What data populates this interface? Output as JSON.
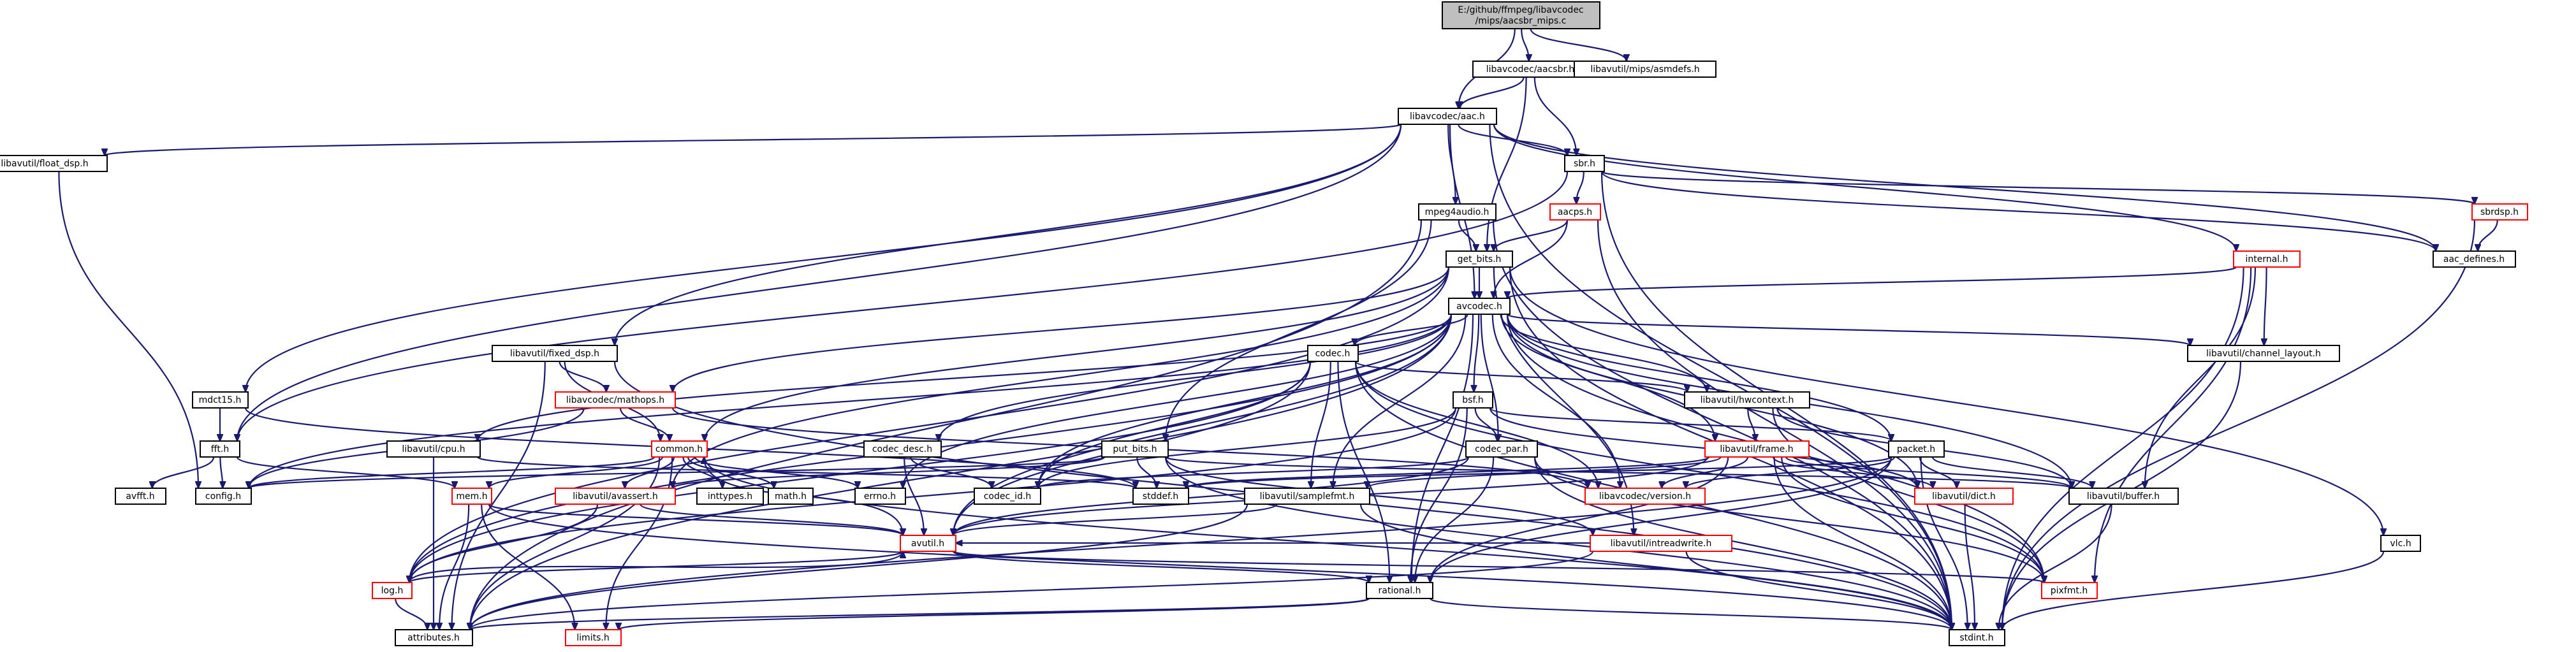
{
  "title": "E:/github/ffmpeg/libavcodec/mips/aacsbr_mips.c",
  "colors": {
    "edge": "#191970",
    "node_border": "#000000",
    "node_fill": "#ffffff",
    "root_fill": "#bfbfbf",
    "incomplete_border": "#ff0000"
  },
  "nodes": [
    {
      "id": "root",
      "lines": [
        "E:/github/ffmpeg/libavcodec",
        "/mips/aacsbr_mips.c"
      ],
      "kind": "root"
    },
    {
      "id": "aacsbr",
      "lines": [
        "libavcodec/aacsbr.h"
      ],
      "kind": "normal"
    },
    {
      "id": "asmdefs",
      "lines": [
        "libavutil/mips/asmdefs.h"
      ],
      "kind": "normal"
    },
    {
      "id": "aac",
      "lines": [
        "libavcodec/aac.h"
      ],
      "kind": "normal"
    },
    {
      "id": "sbr",
      "lines": [
        "sbr.h"
      ],
      "kind": "normal"
    },
    {
      "id": "float_dsp",
      "lines": [
        "libavutil/float_dsp.h"
      ],
      "kind": "normal"
    },
    {
      "id": "sbrdsp",
      "lines": [
        "sbrdsp.h"
      ],
      "kind": "incomplete"
    },
    {
      "id": "aacps",
      "lines": [
        "aacps.h"
      ],
      "kind": "incomplete"
    },
    {
      "id": "mpeg4audio",
      "lines": [
        "mpeg4audio.h"
      ],
      "kind": "normal"
    },
    {
      "id": "get_bits",
      "lines": [
        "get_bits.h"
      ],
      "kind": "normal"
    },
    {
      "id": "internal",
      "lines": [
        "internal.h"
      ],
      "kind": "incomplete"
    },
    {
      "id": "aac_defines",
      "lines": [
        "aac_defines.h"
      ],
      "kind": "normal"
    },
    {
      "id": "avcodec",
      "lines": [
        "avcodec.h"
      ],
      "kind": "normal"
    },
    {
      "id": "fixed_dsp",
      "lines": [
        "libavutil/fixed_dsp.h"
      ],
      "kind": "normal"
    },
    {
      "id": "codec",
      "lines": [
        "codec.h"
      ],
      "kind": "normal"
    },
    {
      "id": "channel_layout",
      "lines": [
        "libavutil/channel_layout.h"
      ],
      "kind": "normal"
    },
    {
      "id": "mdct15",
      "lines": [
        "mdct15.h"
      ],
      "kind": "normal"
    },
    {
      "id": "mathops",
      "lines": [
        "libavcodec/mathops.h"
      ],
      "kind": "incomplete"
    },
    {
      "id": "hwcontext",
      "lines": [
        "libavutil/hwcontext.h"
      ],
      "kind": "normal"
    },
    {
      "id": "bsf",
      "lines": [
        "bsf.h"
      ],
      "kind": "normal"
    },
    {
      "id": "fft",
      "lines": [
        "fft.h"
      ],
      "kind": "normal"
    },
    {
      "id": "cpu",
      "lines": [
        "libavutil/cpu.h"
      ],
      "kind": "normal"
    },
    {
      "id": "common",
      "lines": [
        "common.h"
      ],
      "kind": "incomplete"
    },
    {
      "id": "codec_desc",
      "lines": [
        "codec_desc.h"
      ],
      "kind": "normal"
    },
    {
      "id": "put_bits",
      "lines": [
        "put_bits.h"
      ],
      "kind": "normal"
    },
    {
      "id": "codec_par",
      "lines": [
        "codec_par.h"
      ],
      "kind": "normal"
    },
    {
      "id": "lframe",
      "lines": [
        "libavutil/frame.h"
      ],
      "kind": "incomplete"
    },
    {
      "id": "packet",
      "lines": [
        "packet.h"
      ],
      "kind": "normal"
    },
    {
      "id": "avfft",
      "lines": [
        "avfft.h"
      ],
      "kind": "normal"
    },
    {
      "id": "config",
      "lines": [
        "config.h"
      ],
      "kind": "normal"
    },
    {
      "id": "mem",
      "lines": [
        "mem.h"
      ],
      "kind": "incomplete"
    },
    {
      "id": "avassert",
      "lines": [
        "libavutil/avassert.h"
      ],
      "kind": "incomplete"
    },
    {
      "id": "inttypes",
      "lines": [
        "inttypes.h"
      ],
      "kind": "normal"
    },
    {
      "id": "math",
      "lines": [
        "math.h"
      ],
      "kind": "normal"
    },
    {
      "id": "errno",
      "lines": [
        "errno.h"
      ],
      "kind": "normal"
    },
    {
      "id": "codec_id",
      "lines": [
        "codec_id.h"
      ],
      "kind": "normal"
    },
    {
      "id": "stddef",
      "lines": [
        "stddef.h"
      ],
      "kind": "normal"
    },
    {
      "id": "samplefmt",
      "lines": [
        "libavutil/samplefmt.h"
      ],
      "kind": "normal"
    },
    {
      "id": "version",
      "lines": [
        "libavcodec/version.h"
      ],
      "kind": "incomplete"
    },
    {
      "id": "dict",
      "lines": [
        "libavutil/dict.h"
      ],
      "kind": "incomplete"
    },
    {
      "id": "buffer",
      "lines": [
        "libavutil/buffer.h"
      ],
      "kind": "normal"
    },
    {
      "id": "avutil",
      "lines": [
        "avutil.h"
      ],
      "kind": "incomplete"
    },
    {
      "id": "intreadwrite",
      "lines": [
        "libavutil/intreadwrite.h"
      ],
      "kind": "incomplete"
    },
    {
      "id": "vlc",
      "lines": [
        "vlc.h"
      ],
      "kind": "normal"
    },
    {
      "id": "log",
      "lines": [
        "log.h"
      ],
      "kind": "incomplete"
    },
    {
      "id": "rational",
      "lines": [
        "rational.h"
      ],
      "kind": "normal"
    },
    {
      "id": "pixfmt",
      "lines": [
        "pixfmt.h"
      ],
      "kind": "incomplete"
    },
    {
      "id": "attributes",
      "lines": [
        "attributes.h"
      ],
      "kind": "normal"
    },
    {
      "id": "limits",
      "lines": [
        "limits.h"
      ],
      "kind": "incomplete"
    },
    {
      "id": "stdint",
      "lines": [
        "stdint.h"
      ],
      "kind": "normal"
    }
  ],
  "edges": [
    [
      "root",
      "aacsbr"
    ],
    [
      "root",
      "asmdefs"
    ],
    [
      "root",
      "aac"
    ],
    [
      "aacsbr",
      "aac"
    ],
    [
      "aacsbr",
      "sbr"
    ],
    [
      "aacsbr",
      "get_bits"
    ],
    [
      "aac",
      "float_dsp"
    ],
    [
      "aac",
      "fixed_dsp"
    ],
    [
      "aac",
      "mdct15"
    ],
    [
      "aac",
      "fft"
    ],
    [
      "aac",
      "mpeg4audio"
    ],
    [
      "aac",
      "sbr"
    ],
    [
      "aac",
      "avcodec"
    ],
    [
      "aac",
      "aac_defines"
    ],
    [
      "aac",
      "internal"
    ],
    [
      "aac",
      "stdint"
    ],
    [
      "sbr",
      "fft"
    ],
    [
      "sbr",
      "aacps"
    ],
    [
      "sbr",
      "sbrdsp"
    ],
    [
      "sbr",
      "aac_defines"
    ],
    [
      "sbr",
      "stdint"
    ],
    [
      "sbrdsp",
      "aac_defines"
    ],
    [
      "sbrdsp",
      "stdint"
    ],
    [
      "aacps",
      "get_bits"
    ],
    [
      "aacps",
      "avcodec"
    ],
    [
      "aacps",
      "stdint"
    ],
    [
      "mpeg4audio",
      "get_bits"
    ],
    [
      "mpeg4audio",
      "put_bits"
    ],
    [
      "mpeg4audio",
      "stdint"
    ],
    [
      "mpeg4audio",
      "attributes"
    ],
    [
      "get_bits",
      "avcodec"
    ],
    [
      "get_bits",
      "mathops"
    ],
    [
      "get_bits",
      "common"
    ],
    [
      "get_bits",
      "avassert"
    ],
    [
      "get_bits",
      "log"
    ],
    [
      "get_bits",
      "vlc"
    ],
    [
      "get_bits",
      "stdint"
    ],
    [
      "get_bits",
      "intreadwrite"
    ],
    [
      "internal",
      "avcodec"
    ],
    [
      "internal",
      "channel_layout"
    ],
    [
      "internal",
      "buffer"
    ],
    [
      "internal",
      "pixfmt"
    ],
    [
      "internal",
      "stdint"
    ],
    [
      "float_dsp",
      "config"
    ],
    [
      "avcodec",
      "codec"
    ],
    [
      "avcodec",
      "codec_desc"
    ],
    [
      "avcodec",
      "codec_par"
    ],
    [
      "avcodec",
      "codec_id"
    ],
    [
      "avcodec",
      "bsf"
    ],
    [
      "avcodec",
      "packet"
    ],
    [
      "avcodec",
      "version"
    ],
    [
      "avcodec",
      "hwcontext"
    ],
    [
      "avcodec",
      "lframe"
    ],
    [
      "avcodec",
      "dict"
    ],
    [
      "avcodec",
      "buffer"
    ],
    [
      "avcodec",
      "samplefmt"
    ],
    [
      "avcodec",
      "rational"
    ],
    [
      "avcodec",
      "pixfmt"
    ],
    [
      "avcodec",
      "channel_layout"
    ],
    [
      "avcodec",
      "cpu"
    ],
    [
      "avcodec",
      "attributes"
    ],
    [
      "avcodec",
      "avutil"
    ],
    [
      "avcodec",
      "log"
    ],
    [
      "avcodec",
      "errno"
    ],
    [
      "avcodec",
      "config"
    ],
    [
      "fixed_dsp",
      "mathops"
    ],
    [
      "fixed_dsp",
      "common"
    ],
    [
      "fixed_dsp",
      "stdint"
    ],
    [
      "fixed_dsp",
      "attributes"
    ],
    [
      "codec",
      "codec_id"
    ],
    [
      "codec",
      "samplefmt"
    ],
    [
      "codec",
      "hwcontext"
    ],
    [
      "codec",
      "avutil"
    ],
    [
      "codec",
      "log"
    ],
    [
      "codec",
      "rational"
    ],
    [
      "codec",
      "pixfmt"
    ],
    [
      "codec",
      "stdint"
    ],
    [
      "codec",
      "version"
    ],
    [
      "channel_layout",
      "stdint"
    ],
    [
      "mdct15",
      "fft"
    ],
    [
      "mdct15",
      "stddef"
    ],
    [
      "mathops",
      "config"
    ],
    [
      "mathops",
      "common"
    ],
    [
      "mathops",
      "version"
    ],
    [
      "hwcontext",
      "buffer"
    ],
    [
      "hwcontext",
      "lframe"
    ],
    [
      "hwcontext",
      "pixfmt"
    ],
    [
      "bsf",
      "codec_id"
    ],
    [
      "bsf",
      "codec_par"
    ],
    [
      "bsf",
      "packet"
    ],
    [
      "bsf",
      "dict"
    ],
    [
      "bsf",
      "log"
    ],
    [
      "bsf",
      "rational"
    ],
    [
      "fft",
      "avfft"
    ],
    [
      "fft",
      "config"
    ],
    [
      "fft",
      "mem"
    ],
    [
      "cpu",
      "stddef"
    ],
    [
      "cpu",
      "attributes"
    ],
    [
      "common",
      "config"
    ],
    [
      "common",
      "inttypes"
    ],
    [
      "common",
      "math"
    ],
    [
      "common",
      "errno"
    ],
    [
      "common",
      "mem"
    ],
    [
      "common",
      "avassert"
    ],
    [
      "common",
      "limits"
    ],
    [
      "common",
      "stdint"
    ],
    [
      "common",
      "attributes"
    ],
    [
      "codec_desc",
      "codec_id"
    ],
    [
      "codec_desc",
      "avutil"
    ],
    [
      "put_bits",
      "config"
    ],
    [
      "put_bits",
      "stddef"
    ],
    [
      "put_bits",
      "stdint"
    ],
    [
      "put_bits",
      "intreadwrite"
    ],
    [
      "put_bits",
      "avassert"
    ],
    [
      "put_bits",
      "buffer"
    ],
    [
      "codec_par",
      "codec_id"
    ],
    [
      "codec_par",
      "avutil"
    ],
    [
      "codec_par",
      "rational"
    ],
    [
      "codec_par",
      "pixfmt"
    ],
    [
      "codec_par",
      "stdint"
    ],
    [
      "lframe",
      "avutil"
    ],
    [
      "lframe",
      "buffer"
    ],
    [
      "lframe",
      "dict"
    ],
    [
      "lframe",
      "rational"
    ],
    [
      "lframe",
      "samplefmt"
    ],
    [
      "lframe",
      "pixfmt"
    ],
    [
      "lframe",
      "version"
    ],
    [
      "lframe",
      "stddef"
    ],
    [
      "lframe",
      "stdint"
    ],
    [
      "packet",
      "stddef"
    ],
    [
      "packet",
      "stdint"
    ],
    [
      "packet",
      "attributes"
    ],
    [
      "packet",
      "buffer"
    ],
    [
      "packet",
      "dict"
    ],
    [
      "packet",
      "rational"
    ],
    [
      "packet",
      "version"
    ],
    [
      "mem",
      "attributes"
    ],
    [
      "mem",
      "limits"
    ],
    [
      "mem",
      "stdint"
    ],
    [
      "mem",
      "avutil"
    ],
    [
      "avassert",
      "avutil"
    ],
    [
      "avassert",
      "log"
    ],
    [
      "samplefmt",
      "avutil"
    ],
    [
      "samplefmt",
      "attributes"
    ],
    [
      "samplefmt",
      "stdint"
    ],
    [
      "dict",
      "stdint"
    ],
    [
      "buffer",
      "stdint"
    ],
    [
      "avutil",
      "common"
    ],
    [
      "avutil",
      "rational"
    ],
    [
      "avutil",
      "log"
    ],
    [
      "avutil",
      "pixfmt"
    ],
    [
      "intreadwrite",
      "avutil"
    ],
    [
      "intreadwrite",
      "attributes"
    ],
    [
      "intreadwrite",
      "stdint"
    ],
    [
      "vlc",
      "stdint"
    ],
    [
      "log",
      "attributes"
    ],
    [
      "log",
      "avutil"
    ],
    [
      "rational",
      "stdint"
    ],
    [
      "rational",
      "limits"
    ],
    [
      "rational",
      "attributes"
    ]
  ]
}
